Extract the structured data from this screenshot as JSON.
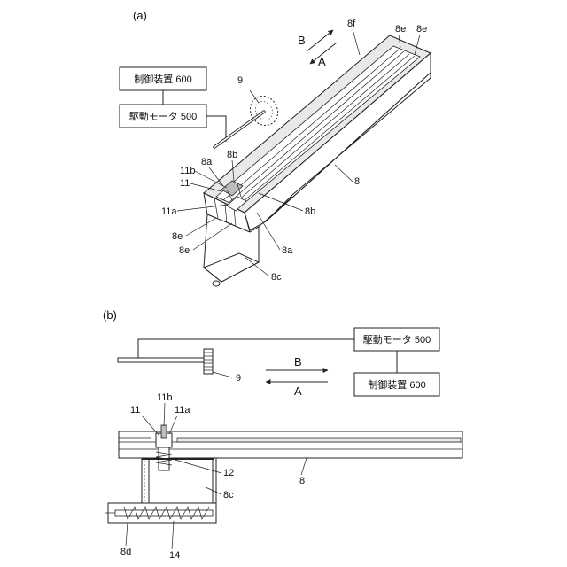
{
  "panel_a": {
    "label": "(a)",
    "controller_box": "制御装置 600",
    "motor_box": "駆動モータ 500",
    "arrow_b": "B",
    "arrow_a": "A",
    "labels": {
      "l_9": "9",
      "l_8f": "8f",
      "l_8e_1": "8e",
      "l_8e_2": "8e",
      "l_8a_top": "8a",
      "l_8b_top": "8b",
      "l_11b": "11b",
      "l_11": "11",
      "l_8": "8",
      "l_11a": "11a",
      "l_8b_right": "8b",
      "l_8e_left1": "8e",
      "l_8e_left2": "8e",
      "l_8a_right": "8a",
      "l_8c": "8c"
    }
  },
  "panel_b": {
    "label": "(b)",
    "motor_box": "駆動モータ 500",
    "controller_box": "制御装置 600",
    "arrow_b": "B",
    "arrow_a": "A",
    "labels": {
      "l_9": "9",
      "l_11": "11",
      "l_11b": "11b",
      "l_11a": "11a",
      "l_12": "12",
      "l_8": "8",
      "l_8c": "8c",
      "l_8d": "8d",
      "l_14": "14"
    }
  }
}
